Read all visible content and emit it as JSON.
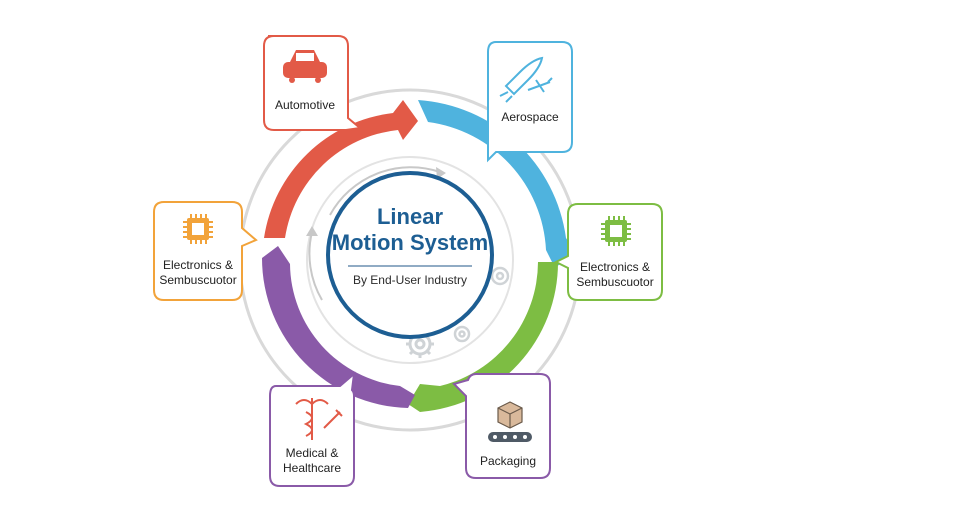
{
  "center": {
    "title_line1": "Linear",
    "title_line2": "Motion System",
    "subtitle": "By End-User Industry"
  },
  "segments": [
    {
      "label": "Automotive",
      "color": "#e25a47",
      "icon": "car-icon"
    },
    {
      "label": "Aerospace",
      "color": "#4fb3de",
      "icon": "rocket-airplane-icon"
    },
    {
      "label": "Electronics & Sembuscuotor",
      "line1": "Electronics &",
      "line2": "Sembuscuotor",
      "color": "#7dbd43",
      "icon": "microchip-icon"
    },
    {
      "label": "Packaging",
      "color": "#8a5aa8",
      "icon": "package-conveyor-icon"
    },
    {
      "label": "Medical & Healthcare",
      "line1": "Medical &",
      "line2": "Healthcare",
      "color": "#8a5aa8",
      "icon": "caduceus-syringe-icon"
    },
    {
      "label": "Electronics & Sembuscuotor",
      "line1": "Electronics &",
      "line2": "Sembuscuotor",
      "color": "#f2a33a",
      "icon": "microchip-icon"
    }
  ],
  "colors": {
    "ring_outline": "#d9d9d9",
    "center_border": "#1d5e93",
    "title_color": "#1d5e93",
    "gear_color": "#cfd3d6",
    "card_text": "#222222"
  }
}
